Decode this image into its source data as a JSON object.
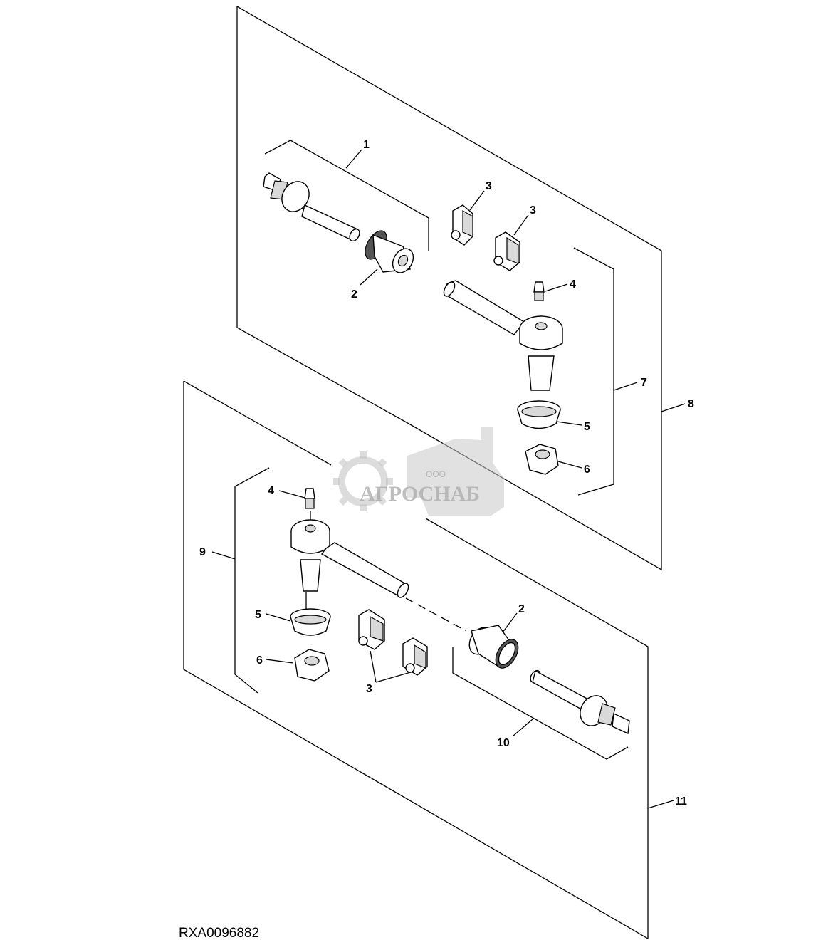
{
  "figure": {
    "code": "RXA0096882",
    "watermark": {
      "company_prefix": "ООО",
      "company_name": "АГРОСНАБ"
    }
  },
  "callouts": {
    "c1": "1",
    "c2_top": "2",
    "c3_top_a": "3",
    "c3_top_b": "3",
    "c4_top": "4",
    "c5_top": "5",
    "c6_top": "6",
    "c7": "7",
    "c8": "8",
    "c4_bottom": "4",
    "c9": "9",
    "c5_bottom": "5",
    "c6_bottom": "6",
    "c2_bottom": "2",
    "c3_bottom": "3",
    "c10": "10",
    "c11": "11"
  }
}
